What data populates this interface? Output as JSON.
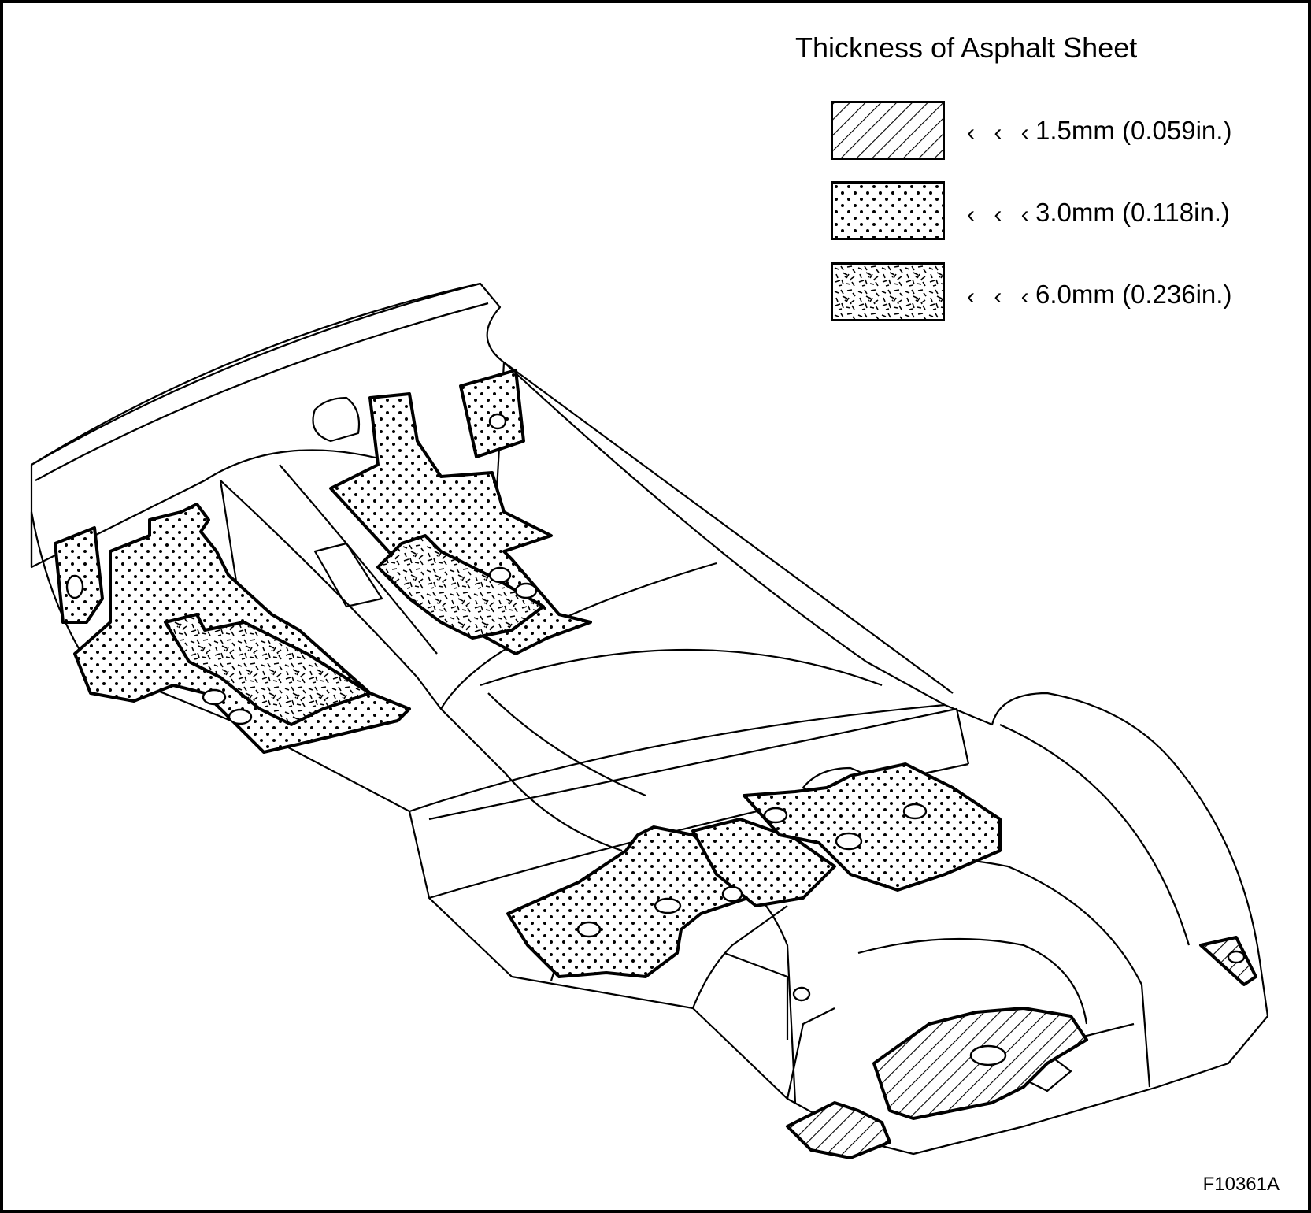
{
  "legend": {
    "title": "Thickness of Asphalt Sheet",
    "items": [
      {
        "pattern": "diagonal-hatch-icon",
        "label": "1.5mm (0.059in.)"
      },
      {
        "pattern": "dot-pattern-icon",
        "label": "3.0mm (0.118in.)"
      },
      {
        "pattern": "speckle-pattern-icon",
        "label": "6.0mm (0.236in.)"
      }
    ],
    "leader": "‹ ‹ ‹"
  },
  "figure_id": "F10361A",
  "colors": {
    "line": "#000000",
    "background": "#ffffff"
  }
}
